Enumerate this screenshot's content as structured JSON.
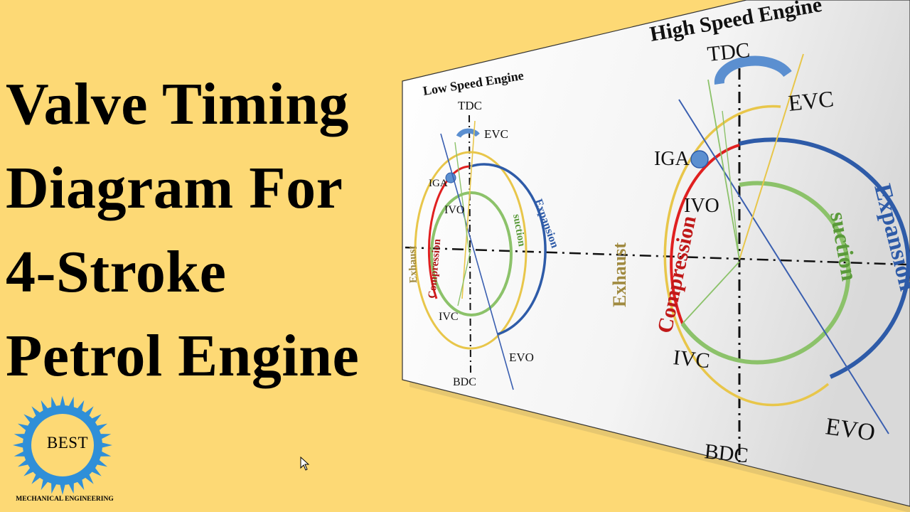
{
  "title": {
    "line1": "Valve Timing",
    "line2": "Diagram For",
    "line3": "4-Stroke",
    "line4": "Petrol Engine"
  },
  "diagram": {
    "low_speed": {
      "heading": "Low Speed Engine",
      "tdc": "TDC",
      "bdc": "BDC",
      "evc": "EVC",
      "evo": "EVO",
      "iga": "IGA",
      "ivo": "IVO",
      "ivc": "IVC",
      "exhaust": "Exhaust",
      "compression": "Compression",
      "suction": "suction",
      "expansion": "Expansion"
    },
    "high_speed": {
      "heading": "High Speed Engine",
      "tdc": "TDC",
      "bdc": "BDC",
      "evc": "EVC",
      "evo": "EVO",
      "iga": "IGA",
      "ivo": "IVO",
      "ivc": "IVC",
      "exhaust": "Exhaust",
      "compression": "Compression",
      "suction": "suction",
      "expansion": "Expansion"
    },
    "colors": {
      "exhaust": "#e8c64a",
      "compression": "#e02020",
      "suction": "#8cc26a",
      "expansion": "#2e5ba8",
      "tdc_arc": "#5b8fd0",
      "background": "#fdd975"
    }
  },
  "logo": {
    "text": "BEST",
    "subtitle": "MECHANICAL ENGINEERING",
    "color": "#2f8fd8"
  },
  "cursor_icon": "arrow-cursor-icon"
}
